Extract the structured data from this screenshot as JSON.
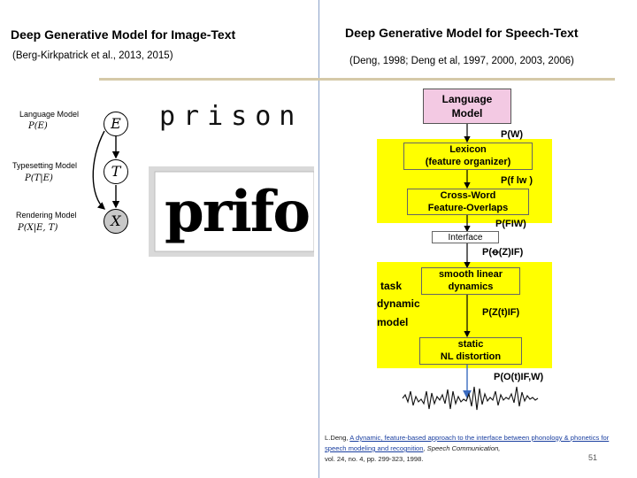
{
  "left": {
    "title": "Deep Generative Model for Image-Text",
    "citation": "(Berg-Kirkpatrick et al., 2013, 2015)",
    "graph": {
      "language_model": "Language Model",
      "language_formula": "P(E)",
      "typesetting_model": "Typesetting Model",
      "typesetting_formula": "P(T|E)",
      "rendering_model": "Rendering Model",
      "rendering_formula": "P(X|E, T)",
      "node_e": "E",
      "node_t": "T",
      "node_x": "X"
    },
    "word_clean": "prison",
    "word_rendered": "prifo"
  },
  "right": {
    "title": "Deep Generative Model for Speech-Text",
    "citation": "(Deng, 1998; Deng et al, 1997, 2000, 2003, 2006)",
    "diagram": {
      "language_model_line1": "Language",
      "language_model_line2": "Model",
      "p_w": "P(W)",
      "lexicon_line1": "Lexicon",
      "lexicon_line2": "(feature organizer)",
      "p_f_w": "P(f lw )",
      "crossword_line1": "Cross-Word",
      "crossword_line2": "Feature-Overlaps",
      "p_fw": "P(FIW)",
      "interface": "Interface",
      "p_z_f": "P(ꝋ(Z)IF)",
      "smooth_line1": "smooth linear",
      "smooth_line2": "dynamics",
      "task": "task",
      "dynamic": "dynamic",
      "model": "model",
      "p_zt_f": "P(Z(t)IF)",
      "static_line1": "static",
      "static_line2": "NL distortion",
      "p_ot": "P(O(t)IF,W)"
    },
    "footnote": {
      "authors": "L.Deng, ",
      "link": "A dynamic, feature-based approach to the interface between phonology & phonetics for speech modeling and recognition",
      "journal": ", Speech Communication,",
      "volume": "vol. 24, no. 4, pp. 299-323, 1998."
    }
  },
  "page_number": "51",
  "colors": {
    "yellow": "#ffff00",
    "pink": "#f3c9e3",
    "divider": "#8aa2c8",
    "rule": "#d5c9a8",
    "link": "#1a3fa0"
  }
}
